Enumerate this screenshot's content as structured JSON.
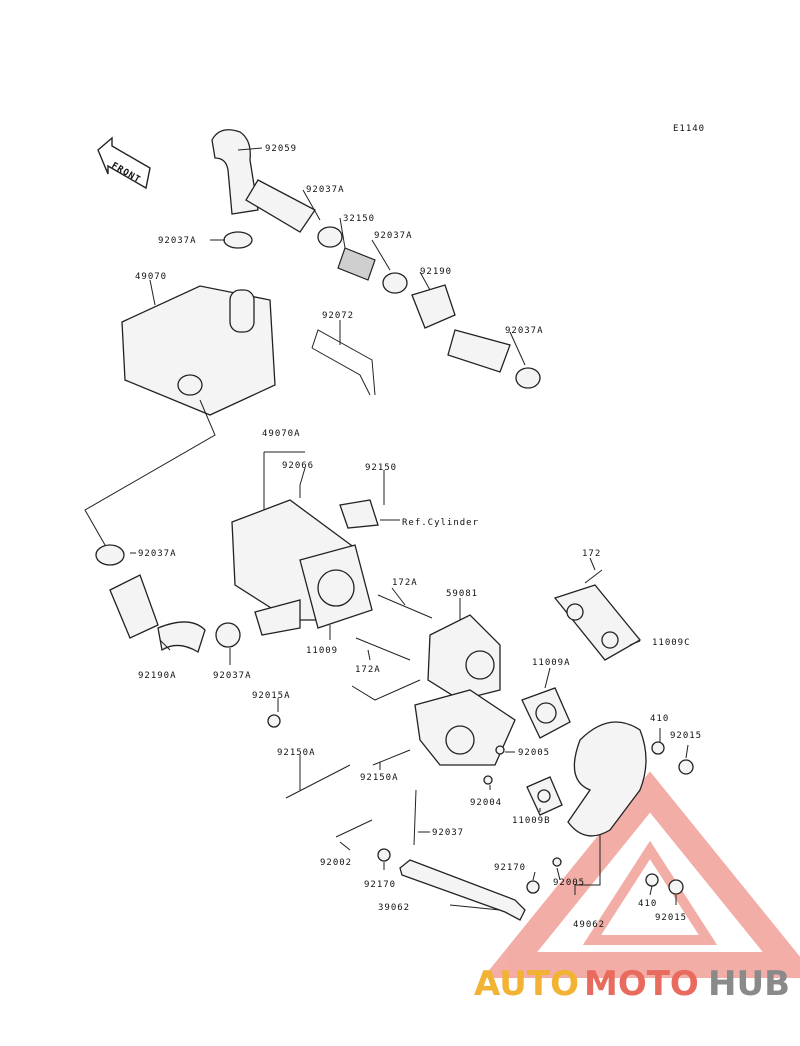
{
  "diagram": {
    "code": "E1140",
    "front_label": "FRONT",
    "ref_text": "Ref.Cylinder",
    "parts": {
      "p92059": "92059",
      "p92037A_1": "92037A",
      "p32150": "32150",
      "p92037A_2": "92037A",
      "p92037A_3": "92037A",
      "p92190": "92190",
      "p92037A_4": "92037A",
      "p49070": "49070",
      "p92072": "92072",
      "p49070A": "49070A",
      "p92066": "92066",
      "p92150": "92150",
      "p92037A_5": "92037A",
      "p172": "172",
      "p172A_1": "172A",
      "p59081": "59081",
      "p11009C": "11009C",
      "p11009": "11009",
      "p172A_2": "172A",
      "p11009A": "11009A",
      "p92190A": "92190A",
      "p92037A_6": "92037A",
      "p92015A": "92015A",
      "p410_1": "410",
      "p92015_1": "92015",
      "p92005_1": "92005",
      "p92150A_1": "92150A",
      "p92150A_2": "92150A",
      "p92004": "92004",
      "p11009B": "11009B",
      "p92037": "92037",
      "p92002": "92002",
      "p92170_1": "92170",
      "p92170_2": "92170",
      "p92005_2": "92005",
      "p410_2": "410",
      "p92015_2": "92015",
      "p39062": "39062",
      "p49062": "49062"
    }
  },
  "watermark": {
    "part1": "AUTO",
    "part2": "MOTO",
    "part3": "HUB",
    "colors": {
      "yellow": "#f2b233",
      "red": "#e86b5e",
      "gray": "#8a8a8a"
    }
  }
}
